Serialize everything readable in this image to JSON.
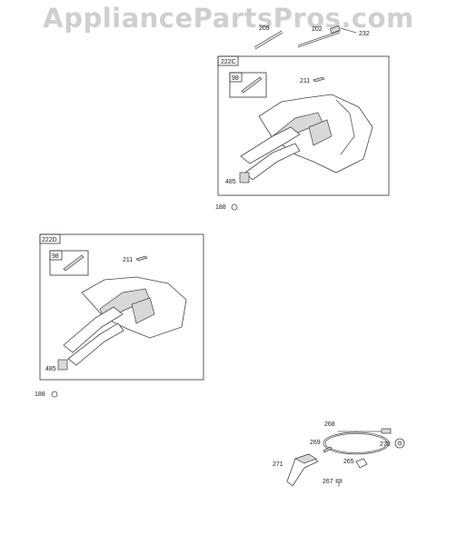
{
  "watermark": "AppliancePartsPros.com",
  "assemblies": {
    "c": {
      "label": "222C"
    },
    "d": {
      "label": "222D"
    }
  },
  "parts": {
    "p209": "209",
    "p202": "202",
    "p232": "232",
    "c_98": "98",
    "c_211": "211",
    "c_485": "485",
    "p188a": "188",
    "d_98": "98",
    "d_211": "211",
    "d_485": "485",
    "p188b": "188",
    "p268": "268",
    "p269": "269",
    "p270": "270",
    "p271": "271",
    "p265": "265",
    "p267": "267"
  }
}
